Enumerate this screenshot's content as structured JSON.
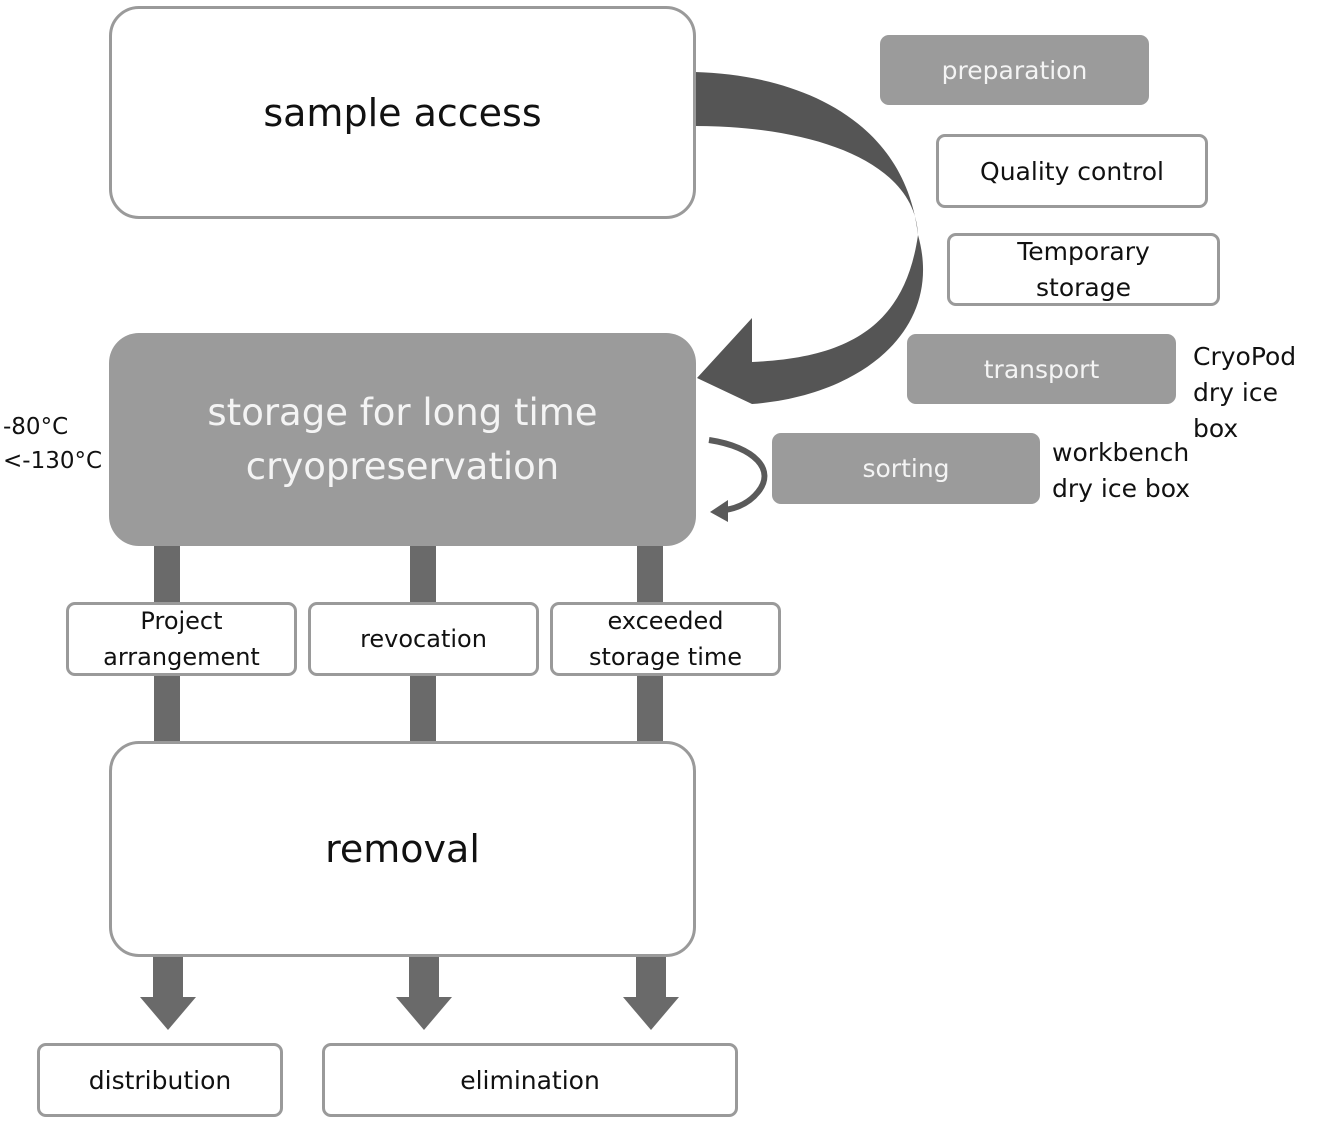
{
  "colors": {
    "curved_arrow": "#555555",
    "connector": "#6a6a6a",
    "gray_box": "#9b9b9b",
    "border": "#9a9a9a"
  },
  "main": {
    "sample_access": "sample access",
    "storage": "storage for long time\ncryopreservation",
    "removal": "removal"
  },
  "temperatures": "-80°C\n<-130°C",
  "steps": {
    "preparation": "preparation",
    "quality_control": "Quality control",
    "temporary_storage": "Temporary\nstorage",
    "transport": "transport",
    "transport_note": "CryoPod\ndry ice box",
    "sorting": "sorting",
    "sorting_note": "workbench\ndry ice box"
  },
  "reasons": [
    "Project\narrangement",
    "revocation",
    "exceeded\nstorage time"
  ],
  "outcomes": {
    "distribution": "distribution",
    "elimination": "elimination"
  }
}
